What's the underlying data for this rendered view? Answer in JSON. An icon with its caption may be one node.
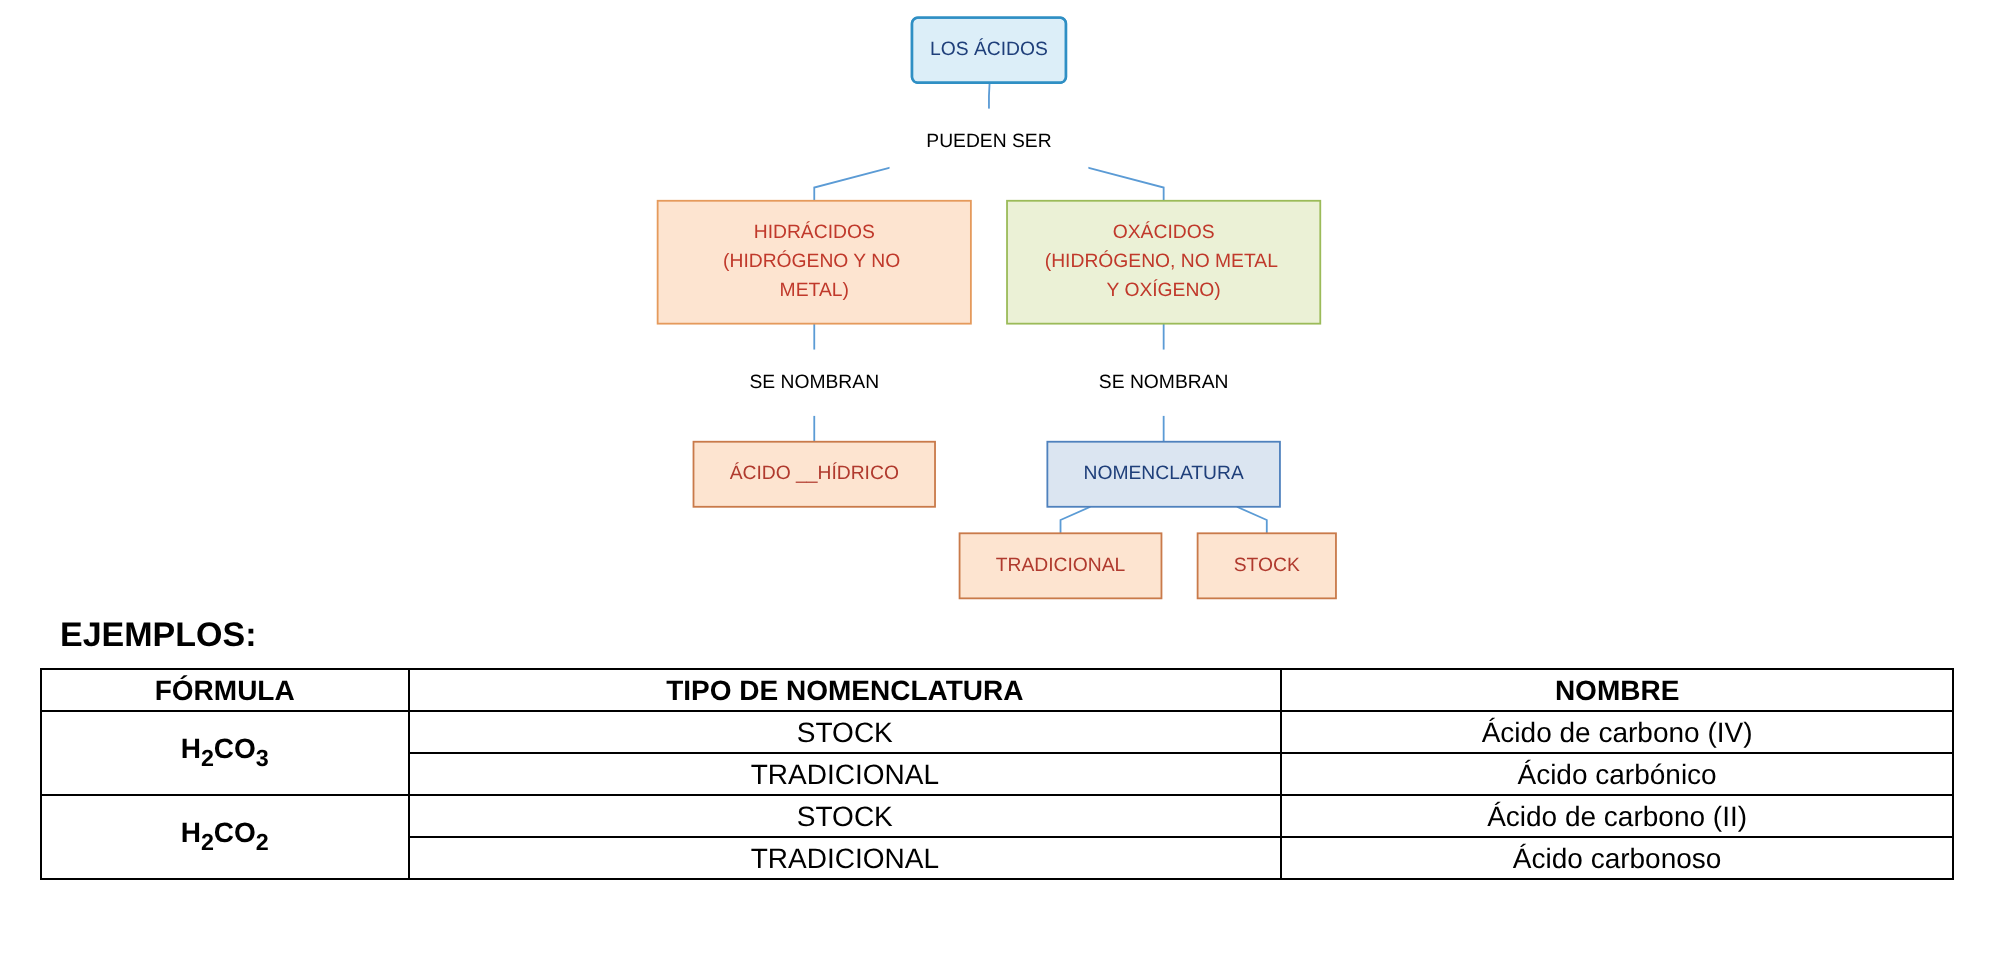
{
  "diagram": {
    "nodes": [
      {
        "text": [
          "LOS ÁCIDOS"
        ]
      },
      {
        "text": [
          "PUEDEN SER"
        ]
      },
      {
        "text": [
          "HIDRÁCIDOS",
          "(HIDRÓGENO Y NO METAL)"
        ]
      },
      {
        "text": [
          "OXÁCIDOS",
          "(HIDRÓGENO, NO METAL Y OXÍGENO)"
        ]
      },
      {
        "text": [
          "SE NOMBRAN"
        ]
      },
      {
        "text": [
          "ÁCIDO __HÍDRICO"
        ]
      },
      {
        "text": [
          "SE NOMBRAN"
        ]
      },
      {
        "text": [
          "NOMENCLATURA"
        ]
      },
      {
        "text": [
          "TRADICIONAL"
        ]
      },
      {
        "text": [
          "STOCK"
        ]
      }
    ],
    "edges": [
      {
        "from": 0,
        "to": 1,
        "arrow": "none"
      },
      {
        "from": 1,
        "to": 2,
        "arrow": "none"
      },
      {
        "from": 1,
        "to": 3,
        "arrow": "none"
      },
      {
        "from": 2,
        "to": 4,
        "arrow": "none"
      },
      {
        "from": 4,
        "to": 5,
        "arrow": "none"
      },
      {
        "from": 3,
        "to": 6,
        "arrow": "none"
      },
      {
        "from": 6,
        "to": 7,
        "arrow": "none"
      },
      {
        "from": 7,
        "to": 8,
        "arrow": "none"
      },
      {
        "from": 7,
        "to": 9,
        "arrow": "none"
      }
    ],
    "labels": [
      "EJEMPLOS:",
      "FÓRMULA",
      "TIPO DE NOMENCLATURA",
      "NOMBRE",
      "H$_{2}$CO$_{3}$",
      "STOCK",
      "Ácido de carbono (IV)",
      "TRADICIONAL",
      "Ácido carbónico",
      "H$_{2}$CO$_{2}$",
      "STOCK",
      "Ácido de carbono (II)",
      "TRADICIONAL",
      "Ácido carbonoso"
    ]
  }
}
